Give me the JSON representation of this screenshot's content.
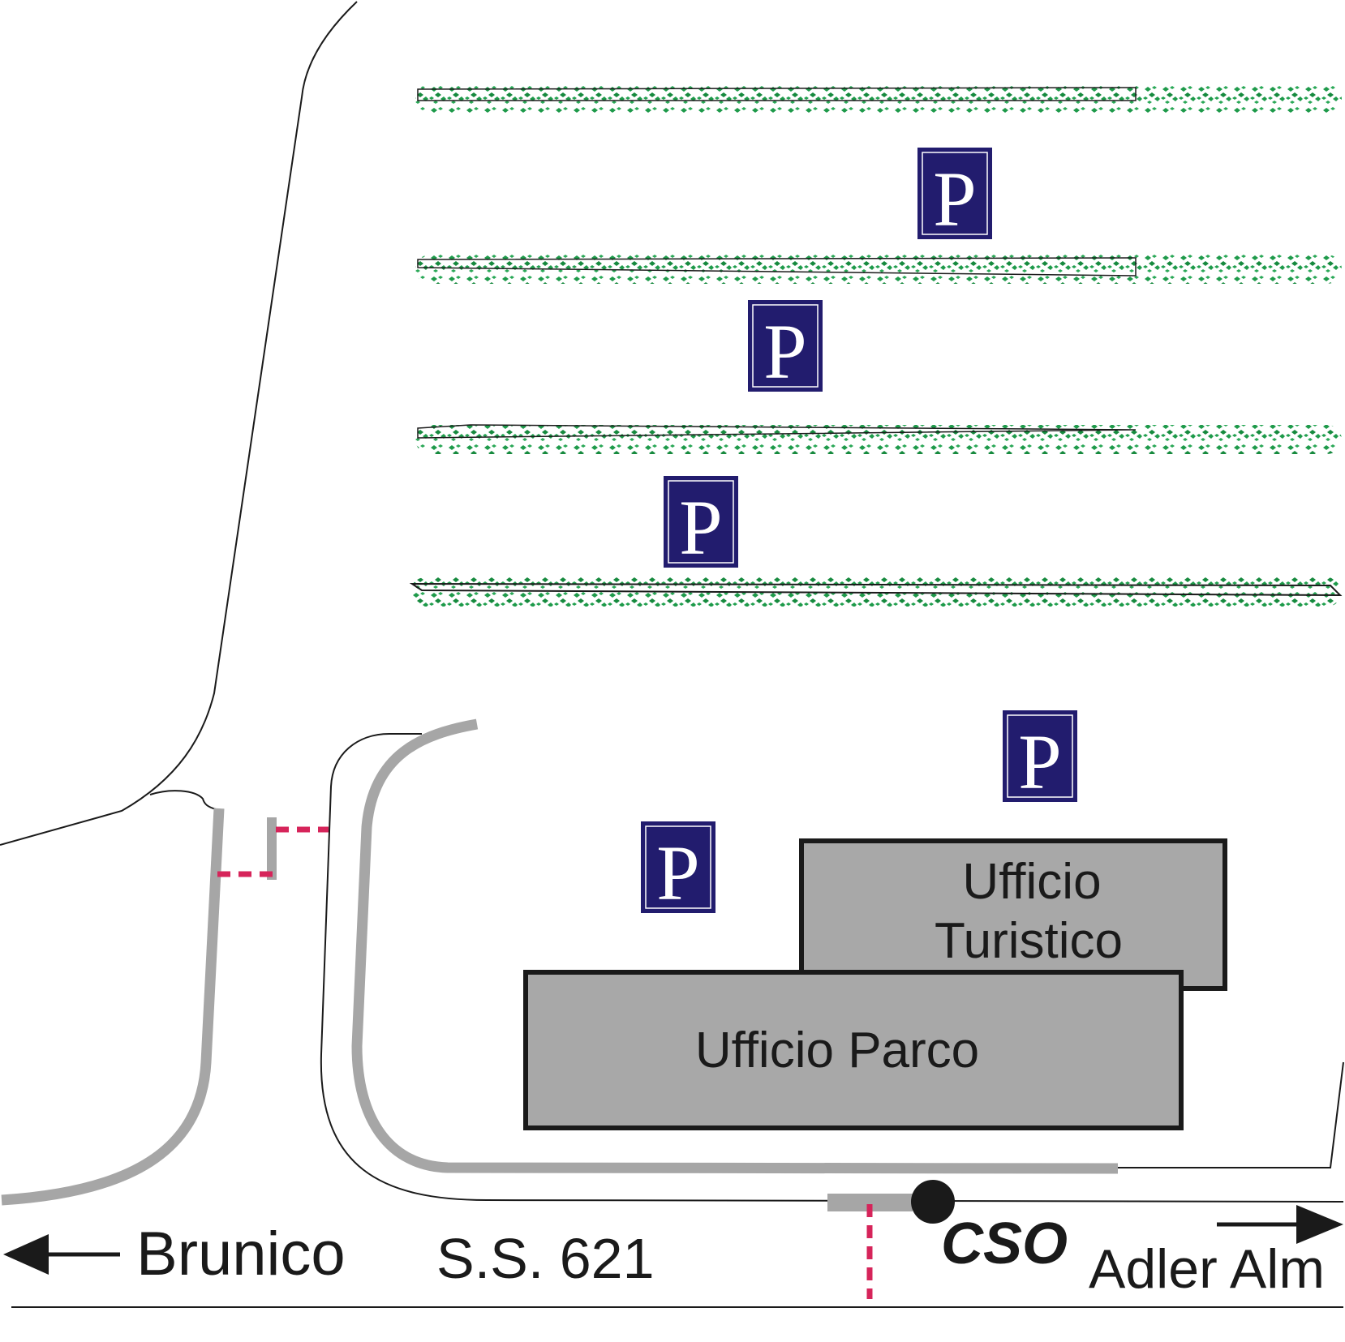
{
  "map": {
    "buildings": [
      {
        "id": "ufficio-turistico",
        "lines": [
          "Ufficio",
          "Turistico"
        ]
      },
      {
        "id": "ufficio-parco",
        "lines": [
          "Ufficio Parco"
        ]
      }
    ],
    "parking": [
      {
        "id": "parking-1",
        "label": "P"
      },
      {
        "id": "parking-2",
        "label": "P"
      },
      {
        "id": "parking-3",
        "label": "P"
      },
      {
        "id": "parking-4",
        "label": "P"
      },
      {
        "id": "parking-5",
        "label": "P"
      }
    ],
    "road": {
      "name": "S.S. 621",
      "left_destination": "Brunico",
      "right_destination": "Adler Alm"
    },
    "cso_label": "CSO",
    "colors": {
      "parking_bg": "#221c6e",
      "hedge": "#1e9a4a",
      "building_fill": "#a8a8a8",
      "path_grey": "#a6a6a6",
      "crossing_red": "#d6245a"
    }
  }
}
